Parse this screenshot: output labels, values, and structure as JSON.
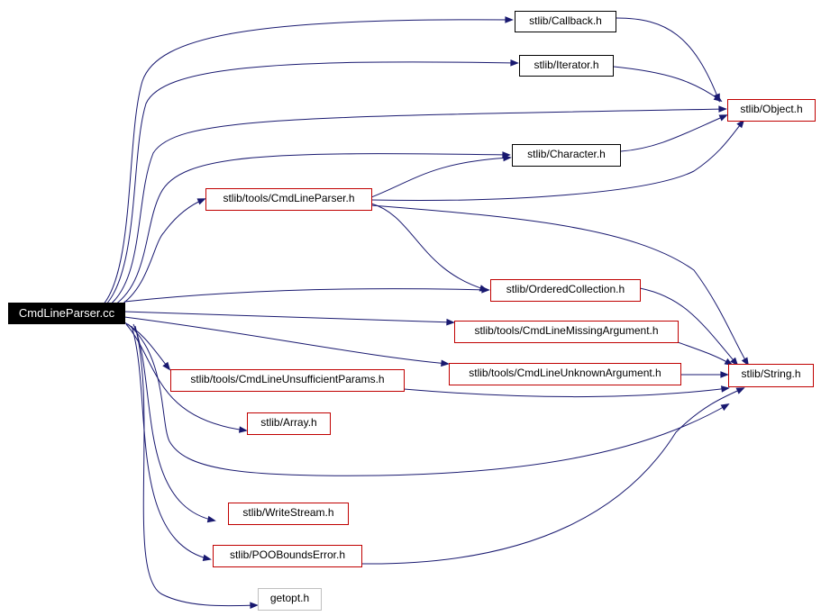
{
  "root": "CmdLineParser.cc",
  "nodes": {
    "callback": "stlib/Callback.h",
    "iterator": "stlib/Iterator.h",
    "object": "stlib/Object.h",
    "character": "stlib/Character.h",
    "cmdlineparser_h": "stlib/tools/CmdLineParser.h",
    "ordered_collection": "stlib/OrderedCollection.h",
    "missing_argument": "stlib/tools/CmdLineMissingArgument.h",
    "unknown_argument": "stlib/tools/CmdLineUnknownArgument.h",
    "unsufficient_params": "stlib/tools/CmdLineUnsufficientParams.h",
    "string": "stlib/String.h",
    "array": "stlib/Array.h",
    "write_stream": "stlib/WriteStream.h",
    "poo_bounds_error": "stlib/POOBoundsError.h",
    "getopt": "getopt.h"
  },
  "colors": {
    "edge": "#191970",
    "border_documented": "#c00000",
    "border_plain": "#000000",
    "border_external": "#bfbfbf",
    "root_fill": "#000000",
    "root_text": "#ffffff"
  }
}
